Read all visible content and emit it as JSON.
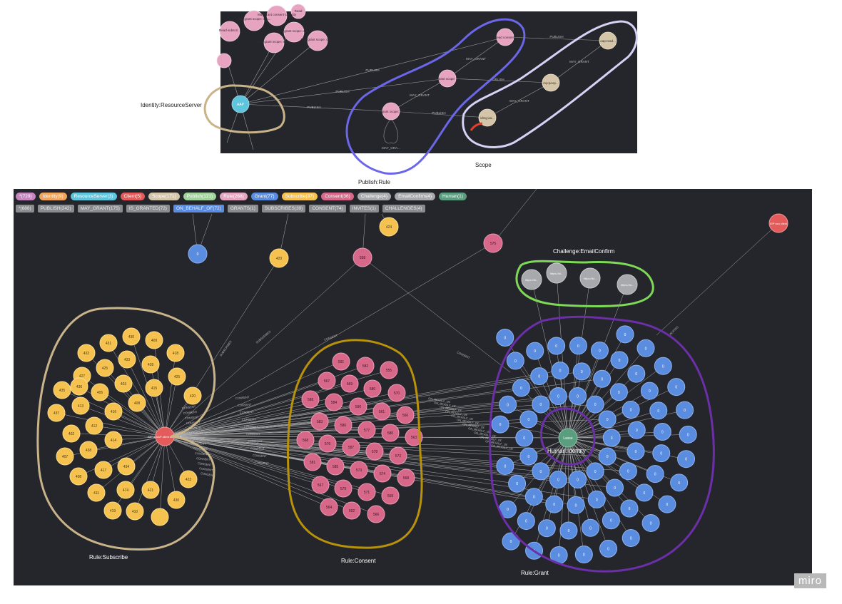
{
  "top_graph": {
    "nodes": {
      "aap": "AAP",
      "read_consents": "Read consents",
      "may_grant_top": "May grant scope: oap...",
      "may_grant_mid": "May grant scope: oap...",
      "scope_1": "oap:read...",
      "scope_2": "mp:peop...",
      "scope_3": "idmg:aa..."
    },
    "left_nodes": [
      "Read subscri...",
      "May grant scope: sub...",
      "May grant scope: sup...",
      "May grant scope: oap...",
      "May grant consent to entity",
      "Read"
    ],
    "edges": {
      "publish": "PUBLISH",
      "may_grant": "MAY_GRANT",
      "may_gra": "MAY_GRA..."
    }
  },
  "top_captions": {
    "identity": "Identity:ResourceServer",
    "publish_rule": "Publish:Rule",
    "scope": "Scope"
  },
  "legend": {
    "node_labels": [
      {
        "text": "*(729)",
        "color": "#c586c0"
      },
      {
        "text": "Identity(9)",
        "color": "#f0a45c"
      },
      {
        "text": "ResourceServer(3)",
        "color": "#5ec5dd"
      },
      {
        "text": "Client(5)",
        "color": "#e45b5b"
      },
      {
        "text": "Scope(171)",
        "color": "#d4c4a8"
      },
      {
        "text": "Publish(121)",
        "color": "#9ed49a"
      },
      {
        "text": "Rule(268)",
        "color": "#e7a4c0"
      },
      {
        "text": "Grant(77)",
        "color": "#5a8de0"
      },
      {
        "text": "Subscribe(37)",
        "color": "#f6c24f"
      },
      {
        "text": "Consent(36)",
        "color": "#d8688a"
      },
      {
        "text": "Challenge(4)",
        "color": "#a7a9ad"
      },
      {
        "text": "EmailConfirm(4)",
        "color": "#a7a9ad"
      },
      {
        "text": "Human(1)",
        "color": "#5a9e7f"
      }
    ],
    "rel_types": [
      {
        "text": "*(686)",
        "color": "#8a8b8f"
      },
      {
        "text": "PUBLISH(242)",
        "color": "#8a8b8f"
      },
      {
        "text": "MAY_GRANT(175)",
        "color": "#8a8b8f"
      },
      {
        "text": "IS_GRANTED(72)",
        "color": "#8a8b8f"
      },
      {
        "text": "ON_BEHALF_OF(72)",
        "color": "#5a8de0"
      },
      {
        "text": "GRANTS(1)",
        "color": "#8a8b8f"
      },
      {
        "text": "SUBSCRIBES(39)",
        "color": "#8a8b8f"
      },
      {
        "text": "CONSENT(74)",
        "color": "#8a8b8f"
      },
      {
        "text": "INVITES(1)",
        "color": "#8a8b8f"
      },
      {
        "text": "CHALLENGES(4)",
        "color": "#8a8b8f"
      }
    ]
  },
  "bottom_graph": {
    "center_client": "IDP & AAP client for MELE",
    "idp_client": "IDP sso client",
    "human": "Lasse",
    "top_nodes": {
      "grant": "0",
      "subscribe_420": "420",
      "consent_558": "558",
      "subscribe_424": "424",
      "consent_575": "575"
    },
    "challenge_nodes": [
      "https://id...",
      "https://id...",
      "https://id...",
      "https://id..."
    ],
    "subscribe_nodes": [
      "432",
      "431",
      "430",
      "409",
      "418",
      "427",
      "425",
      "433",
      "428",
      "425",
      "435",
      "436",
      "405",
      "403",
      "415",
      "420",
      "437",
      "413",
      "416",
      "408",
      "402",
      "412",
      "414",
      "423",
      "407",
      "438",
      "434",
      "417",
      "430",
      "408",
      "411",
      "474",
      "421",
      "419",
      "410"
    ],
    "consent_nodes": [
      "591",
      "582",
      "555",
      "567",
      "569",
      "580",
      "570",
      "588",
      "584",
      "590",
      "561",
      "560",
      "583",
      "586",
      "577",
      "580",
      "563",
      "568",
      "576",
      "587",
      "578",
      "572",
      "581",
      "585",
      "573",
      "574",
      "568",
      "567",
      "579",
      "571",
      "559",
      "564",
      "592",
      "566"
    ],
    "grant_value": "0",
    "edge_labels": {
      "consent": "CONSENT",
      "subscribes": "SUBSCRIBES",
      "invites": "INVITES",
      "on_behalf_of": "ON_BEHALF_OF"
    }
  },
  "bottom_captions": {
    "challenge": "Challenge:EmailConfirm",
    "human": "Human:Identity",
    "subscribe": "Rule:Subscribe",
    "consent": "Rule:Consent",
    "grant": "Rule:Grant"
  },
  "watermark": "miro"
}
